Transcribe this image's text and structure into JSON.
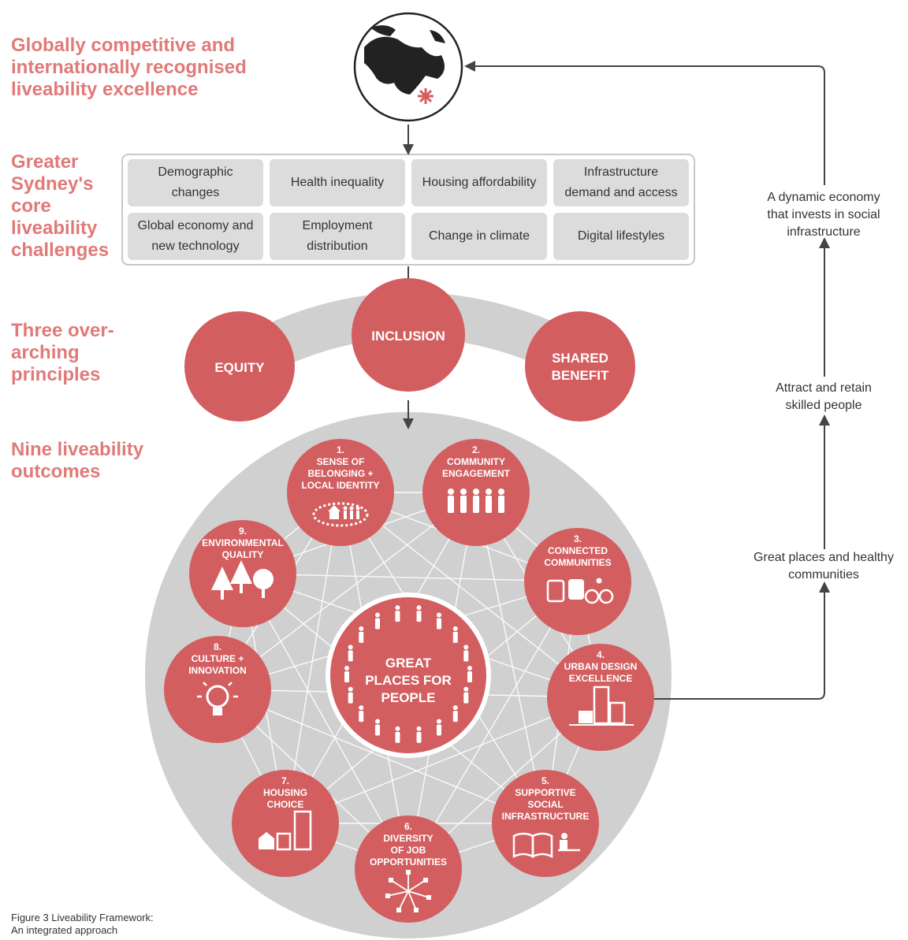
{
  "left_labels": {
    "goal": "Globally competitive  and\ninternationally recognised\nliveability excellence",
    "challenges": "Greater\nSydney's\ncore\nliveability\nchallenges",
    "principles": "Three over-\narching\nprinciples",
    "outcomes": "Nine liveability\noutcomes"
  },
  "challenges": [
    "Demographic\nchanges",
    "Health inequality",
    "Housing affordability",
    "Infrastructure\ndemand and access",
    "Global economy and\nnew technology",
    "Employment\ndistribution",
    "Change in climate",
    "Digital lifestyles"
  ],
  "principles": {
    "equity": "EQUITY",
    "inclusion": "INCLUSION",
    "shared_benefit": "SHARED\nBENEFIT"
  },
  "center": "GREAT\nPLACES FOR\nPEOPLE",
  "outcomes": [
    {
      "label": "1.\nSENSE OF\nBELONGING +\nLOCAL IDENTITY",
      "icon": "community-house-icon"
    },
    {
      "label": "2.\nCOMMUNITY\nENGAGEMENT",
      "icon": "people-group-icon"
    },
    {
      "label": "3.\nCONNECTED\nCOMMUNITIES",
      "icon": "transport-icon"
    },
    {
      "label": "4.\nURBAN DESIGN\nEXCELLENCE",
      "icon": "buildings-icon"
    },
    {
      "label": "5.\nSUPPORTIVE\nSOCIAL\nINFRASTRUCTURE",
      "icon": "book-desk-icon"
    },
    {
      "label": "6.\nDIVERSITY\nOF JOB\nOPPORTUNITIES",
      "icon": "network-icon"
    },
    {
      "label": "7.\nHOUSING\nCHOICE",
      "icon": "housing-icon"
    },
    {
      "label": "8.\nCULTURE +\nINNOVATION",
      "icon": "lightbulb-icon"
    },
    {
      "label": "9.\nENVIRONMENTAL\nQUALITY",
      "icon": "trees-icon"
    }
  ],
  "feedback_loop": [
    "Great places and healthy\ncommunities",
    "Attract and retain\nskilled people",
    "A dynamic economy\nthat invests in social\ninfrastructure"
  ],
  "caption": "Figure 3  Liveability Framework:\nAn integrated approach",
  "colors": {
    "accent": "#d35e60",
    "label": "#e07a78",
    "grey": "#d0d0d0",
    "box": "#dcdcdc"
  }
}
